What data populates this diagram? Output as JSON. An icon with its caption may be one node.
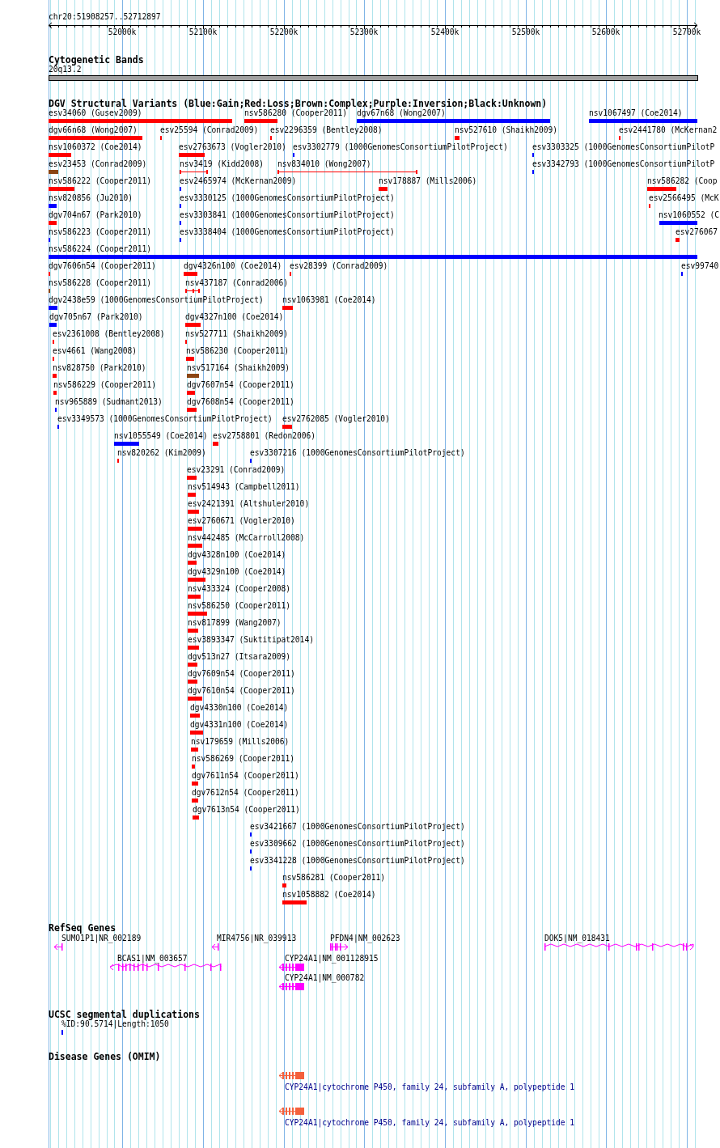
{
  "diagram": {
    "labels": [
      "chr20:51908257..52712897",
      "52000k",
      "52100k",
      "52200k",
      "52300k",
      "52400k",
      "52500k",
      "52600k",
      "52700k",
      "Cytogenetic Bands",
      "20q13.2",
      "DGV Structural Variants (Blue:Gain;Red:Loss;Brown:Complex;Purple:Inversion;Black:Unknown)",
      "esv34060 (Gusev2009)",
      "nsv586280 (Cooper2011)",
      "dgv67n68 (Wong2007)",
      "nsv1067497 (Coe2014)",
      "dgv66n68 (Wong2007)",
      "esv25594 (Conrad2009)",
      "esv2296359 (Bentley2008)",
      "nsv527610 (Shaikh2009)",
      "esv2441780 (McKernan2",
      "nsv1060372 (Coe2014)",
      "esv2763673 (Vogler2010)",
      "esv3302779 (1000GenomesConsortiumPilotProject)",
      "esv3303325 (1000GenomesConsortiumPilotP",
      "esv23453 (Conrad2009)",
      "nsv3419 (Kidd2008)",
      "nsv834010 (Wong2007)",
      "esv3342793 (1000GenomesConsortiumPilotP",
      "nsv586222 (Cooper2011)",
      "esv2465974 (McKernan2009)",
      "nsv178887 (Mills2006)",
      "nsv586282 (Coop",
      "nsv820856 (Ju2010)",
      "esv3330125 (1000GenomesConsortiumPilotProject)",
      "esv2566495 (McK",
      "dgv704n67 (Park2010)",
      "esv3303841 (1000GenomesConsortiumPilotProject)",
      "nsv1060552 (C",
      "nsv586223 (Cooper2011)",
      "esv3338404 (1000GenomesConsortiumPilotProject)",
      "esv276067",
      "nsv586224 (Cooper2011)",
      "dgv7606n54 (Cooper2011)",
      "dgv4326n100 (Coe2014)",
      "esv28399 (Conrad2009)",
      "esv99740",
      "nsv586228 (Cooper2011)",
      "nsv437187 (Conrad2006)",
      "dgv2438e59 (1000GenomesConsortiumPilotProject)",
      "nsv1063981 (Coe2014)",
      "dgv705n67 (Park2010)",
      "dgv4327n100 (Coe2014)",
      "esv2361008 (Bentley2008)",
      "nsv527711 (Shaikh2009)",
      "esv4661 (Wang2008)",
      "nsv586230 (Cooper2011)",
      "nsv828750 (Park2010)",
      "nsv517164 (Shaikh2009)",
      "nsv586229 (Cooper2011)",
      "dgv7607n54 (Cooper2011)",
      "nsv965889 (Sudmant2013)",
      "dgv7608n54 (Cooper2011)",
      "esv3349573 (1000GenomesConsortiumPilotProject)",
      "esv2762085 (Vogler2010)",
      "nsv1055549 (Coe2014)",
      "esv2758801 (Redon2006)",
      "nsv820262 (Kim2009)",
      "esv3307216 (1000GenomesConsortiumPilotProject)",
      "esv23291 (Conrad2009)",
      "nsv514943 (Campbell2011)",
      "esv2421391 (Altshuler2010)",
      "esv2760671 (Vogler2010)",
      "nsv442485 (McCarroll2008)",
      "dgv4328n100 (Coe2014)",
      "dgv4329n100 (Coe2014)",
      "nsv433324 (Cooper2008)",
      "nsv586250 (Cooper2011)",
      "nsv817899 (Wang2007)",
      "esv3893347 (Suktitipat2014)",
      "dgv513n27 (Itsara2009)",
      "dgv7609n54 (Cooper2011)",
      "dgv7610n54 (Cooper2011)",
      "dgv4330n100 (Coe2014)",
      "dgv4331n100 (Coe2014)",
      "nsv179659 (Mills2006)",
      "nsv586269 (Cooper2011)",
      "dgv7611n54 (Cooper2011)",
      "dgv7612n54 (Cooper2011)",
      "dgv7613n54 (Cooper2011)",
      "esv3421667 (1000GenomesConsortiumPilotProject)",
      "esv3309662 (1000GenomesConsortiumPilotProject)",
      "esv3341228 (1000GenomesConsortiumPilotProject)",
      "nsv586281 (Cooper2011)",
      "nsv1058882 (Coe2014)",
      "RefSeq Genes",
      "SUMO1P1|NR_002189",
      "MIR4756|NR_039913",
      "PFDN4|NM_002623",
      "DOK5|NM_018431",
      "BCAS1|NM_003657",
      "CYP24A1|NM_001128915",
      "CYP24A1|NM_000782",
      "UCSC segmental duplications",
      "%ID:90.5714|Length:1050",
      "Disease Genes (OMIM)",
      "CYP24A1|cytochrome P450, family 24, subfamily A, polypeptide 1",
      "CYP24A1|cytochrome P450, family 24, subfamily A, polypeptide 1"
    ]
  }
}
